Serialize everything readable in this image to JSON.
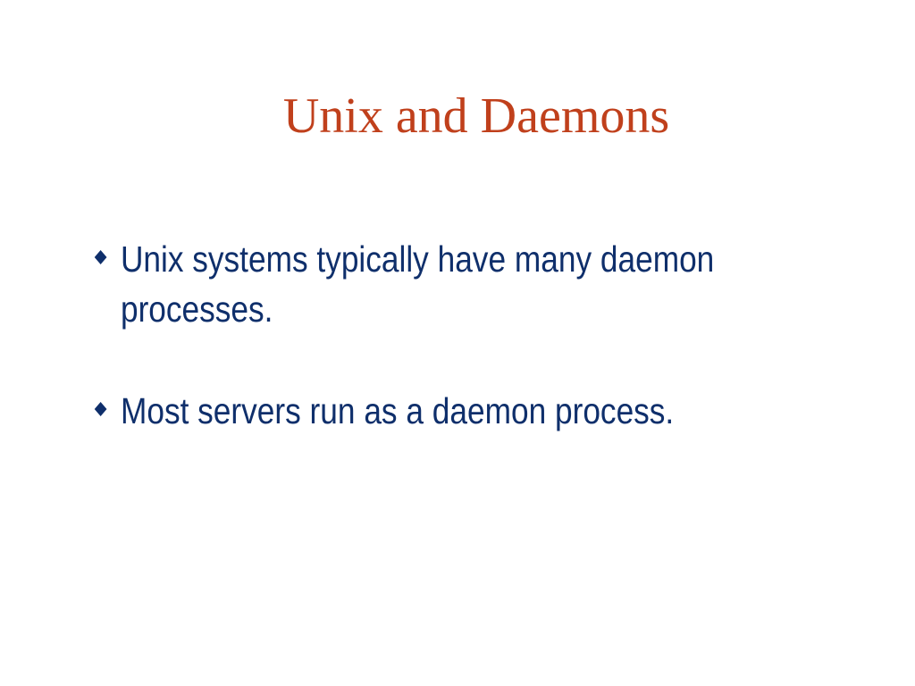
{
  "slide": {
    "title": "Unix and Daemons",
    "title_color": "#c0401c",
    "text_color": "#0f2f6b",
    "bullet_icon": "diamond-icon",
    "bullets": [
      {
        "line1": "Unix systems typically have many daemon",
        "line2": "processes."
      },
      {
        "line1": "Most servers run as a daemon process.",
        "line2": ""
      }
    ]
  }
}
